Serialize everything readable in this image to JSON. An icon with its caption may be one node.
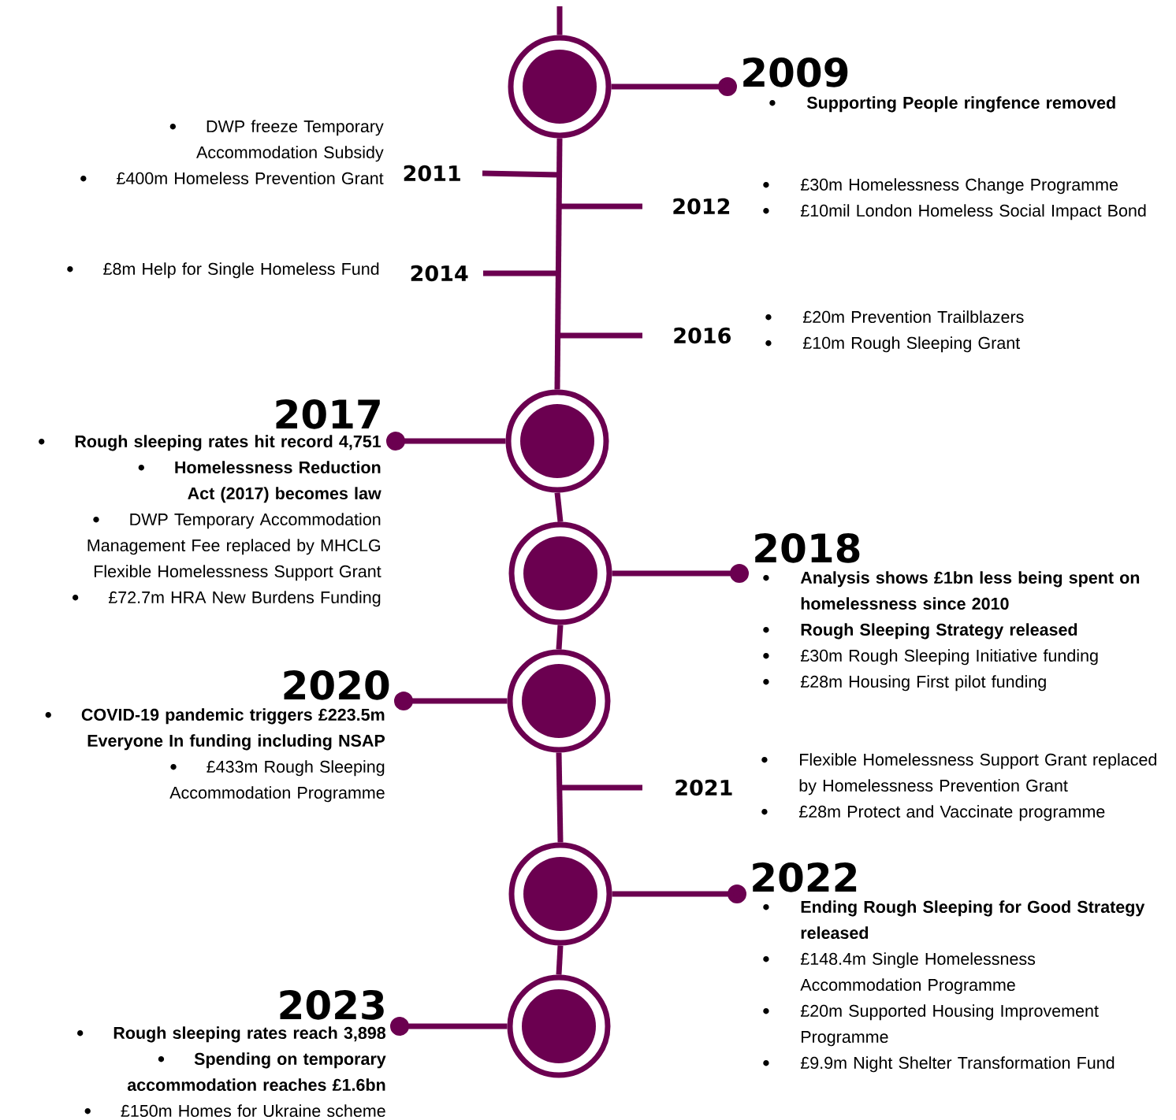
{
  "diagram": {
    "nodes": [
      {
        "text": [],
        "shape": "circle"
      },
      {
        "text": [
          "2009"
        ],
        "beside": [
          "Supporting People ringfence removed"
        ]
      },
      {
        "text": [
          "2011"
        ],
        "beside": [
          "DWP freeze Temporary Accommodation Subsidy",
          "£400m Homeless Prevention Grant"
        ]
      },
      {
        "text": [
          "2012"
        ],
        "beside": [
          "£30m Homelessness Change Programme",
          "£10mil London Homeless Social Impact Bond"
        ]
      },
      {
        "text": [
          "2014"
        ],
        "beside": [
          "£8m Help for Single Homeless Fund"
        ]
      },
      {
        "text": [
          "2016"
        ],
        "beside": [
          "£20m Prevention Trailblazers",
          "£10m Rough Sleeping Grant"
        ]
      },
      {
        "text": [],
        "shape": "circle"
      },
      {
        "text": [
          "2017"
        ],
        "beside": [
          "Rough sleeping rates hit record 4,751",
          "Homelessness Reduction Act (2017) becomes law",
          "DWP Temporary Accommodation Management Fee replaced by MHCLG Flexible Homelessness Support Grant",
          "£72.7m HRA New Burdens Funding"
        ]
      },
      {
        "text": [],
        "shape": "circle"
      },
      {
        "text": [
          "2018"
        ],
        "beside": [
          "Analysis shows £1bn less being spent on homelessness since 2010",
          "Rough Sleeping Strategy released",
          "£30m Rough Sleeping Initiative funding",
          "£28m Housing First pilot funding"
        ]
      },
      {
        "text": [],
        "shape": "circle"
      },
      {
        "text": [
          "2020"
        ],
        "beside": [
          "COVID-19 pandemic triggers £223.5m Everyone In funding including NSAP",
          "£433m Rough Sleeping Accommodation Programme"
        ]
      },
      {
        "text": [
          "2021"
        ],
        "beside": [
          "Flexible Homelessness Support Grant replaced by Homelessness Prevention Grant",
          "£28m Protect and Vaccinate programme"
        ]
      },
      {
        "text": [],
        "shape": "circle"
      },
      {
        "text": [
          "2022"
        ],
        "beside": [
          "Ending Rough Sleeping for Good Strategy released",
          "£148.4m Single Homelessness Accommodation Programme",
          "£20m Supported Housing Improvement Programme",
          "£9.9m Night Shelter Transformation Fund"
        ]
      },
      {
        "text": [],
        "shape": "circle"
      },
      {
        "text": [
          "2023"
        ],
        "beside": [
          "Rough sleeping rates reach 3,898",
          "Spending on temporary accommodation reaches £1.6bn",
          "£150m Homes for Ukraine scheme"
        ]
      }
    ],
    "edges": [
      {
        "from": null,
        "to": 0,
        "arrow": "none"
      },
      {
        "from": 0,
        "to": 1,
        "arrow": "other"
      },
      {
        "from": null,
        "to": 2,
        "arrow": "none"
      },
      {
        "from": null,
        "to": 3,
        "arrow": "none"
      },
      {
        "from": null,
        "to": 4,
        "arrow": "none"
      },
      {
        "from": null,
        "to": 5,
        "arrow": "none"
      },
      {
        "from": 0,
        "to": 6,
        "arrow": "none"
      },
      {
        "from": 6,
        "to": 7,
        "arrow": "other"
      },
      {
        "from": 6,
        "to": 8,
        "arrow": "none"
      },
      {
        "from": 8,
        "to": 9,
        "arrow": "other"
      },
      {
        "from": 8,
        "to": 10,
        "arrow": "none"
      },
      {
        "from": 10,
        "to": 11,
        "arrow": "other"
      },
      {
        "from": null,
        "to": 12,
        "arrow": "none"
      },
      {
        "from": 10,
        "to": 13,
        "arrow": "none"
      },
      {
        "from": 13,
        "to": 14,
        "arrow": "other"
      },
      {
        "from": 13,
        "to": 15,
        "arrow": "none"
      },
      {
        "from": 15,
        "to": 16,
        "arrow": "other"
      }
    ]
  }
}
